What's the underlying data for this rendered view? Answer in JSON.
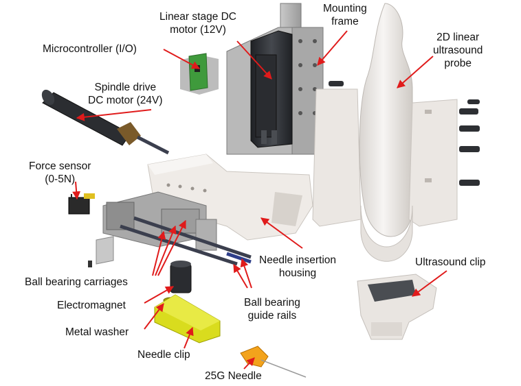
{
  "labels": {
    "linear_stage_motor": [
      "Linear stage DC",
      "motor (12V)"
    ],
    "mounting_frame": [
      "Mounting",
      "frame"
    ],
    "microcontroller": [
      "Microcontroller (I/O)"
    ],
    "ultrasound_probe": [
      "2D linear",
      "ultrasound",
      "probe"
    ],
    "spindle_motor": [
      "Spindle drive",
      "DC motor (24V)"
    ],
    "force_sensor": [
      "Force sensor",
      "(0-5N)"
    ],
    "needle_housing": [
      "Needle insertion",
      "housing"
    ],
    "ultrasound_clip": [
      "Ultrasound clip"
    ],
    "ball_bearing_carriages": [
      "Ball bearing carriages"
    ],
    "ball_bearing_rails": [
      "Ball bearing",
      "guide rails"
    ],
    "electromagnet": [
      "Electromagnet"
    ],
    "metal_washer": [
      "Metal washer"
    ],
    "needle_clip": [
      "Needle clip"
    ],
    "needle": [
      "25G Needle"
    ]
  },
  "colors": {
    "arrow": "#e01b1b",
    "housing": "#ece8e4",
    "dark_metal": "#2f3236",
    "pcb": "#3f9a3c",
    "clip_yellow": "#d9dc1e",
    "needle_orange": "#f3a31c",
    "rail": "#3b3f4e",
    "sensor_body": "#2a2a2a"
  }
}
